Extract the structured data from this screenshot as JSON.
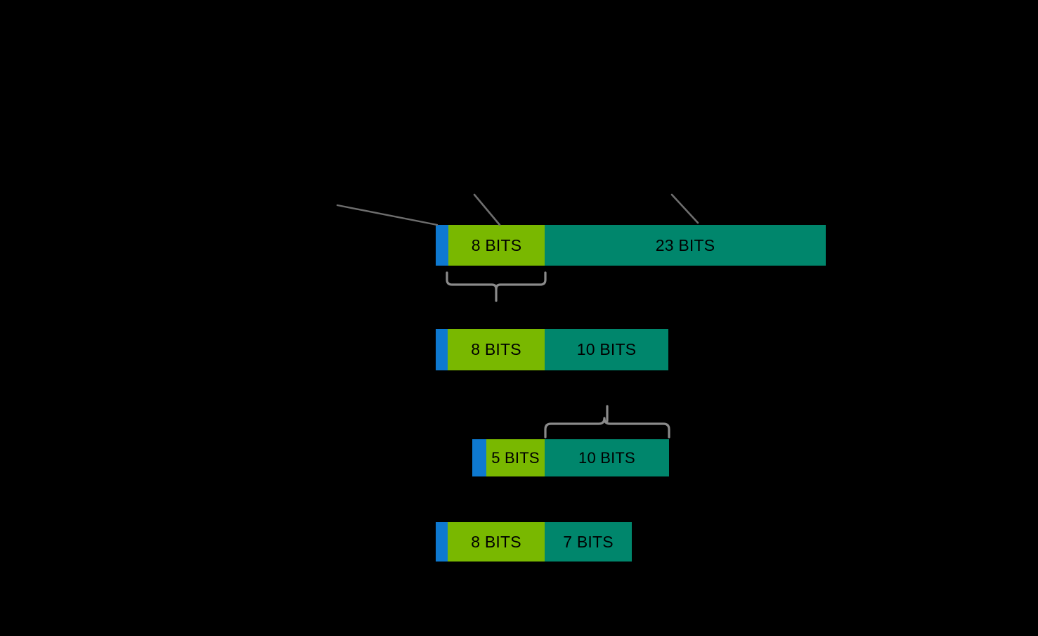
{
  "diagram": {
    "type": "bit-field-layout",
    "background_color": "#000000",
    "palette": {
      "prefix_blue": "#0E79D0",
      "field_green": "#79B800",
      "field_teal": "#00866C",
      "annotation_gray": "#808080",
      "label_text": "#000000"
    },
    "bars": [
      {
        "id": "bar-1",
        "name": "bit-field-bar-1",
        "segments": [
          {
            "id": "bar-1-seg-1",
            "name": "prefix-segment",
            "color_key": "prefix_blue",
            "label": ""
          },
          {
            "id": "bar-1-seg-2",
            "name": "green-field-segment",
            "color_key": "field_green",
            "label": "8 BITS"
          },
          {
            "id": "bar-1-seg-3",
            "name": "teal-field-segment",
            "color_key": "field_teal",
            "label": "23 BITS"
          }
        ]
      },
      {
        "id": "bar-2",
        "name": "bit-field-bar-2",
        "segments": [
          {
            "id": "bar-2-seg-1",
            "name": "prefix-segment",
            "color_key": "prefix_blue",
            "label": ""
          },
          {
            "id": "bar-2-seg-2",
            "name": "green-field-segment",
            "color_key": "field_green",
            "label": "8 BITS"
          },
          {
            "id": "bar-2-seg-3",
            "name": "teal-field-segment",
            "color_key": "field_teal",
            "label": "10 BITS"
          }
        ]
      },
      {
        "id": "bar-3",
        "name": "bit-field-bar-3",
        "segments": [
          {
            "id": "bar-3-seg-1",
            "name": "prefix-segment",
            "color_key": "prefix_blue",
            "label": ""
          },
          {
            "id": "bar-3-seg-2",
            "name": "green-field-segment",
            "color_key": "field_green",
            "label": "5 BITS"
          },
          {
            "id": "bar-3-seg-3",
            "name": "teal-field-segment",
            "color_key": "field_teal",
            "label": "10 BITS"
          }
        ]
      },
      {
        "id": "bar-4",
        "name": "bit-field-bar-4",
        "segments": [
          {
            "id": "bar-4-seg-1",
            "name": "prefix-segment",
            "color_key": "prefix_blue",
            "label": ""
          },
          {
            "id": "bar-4-seg-2",
            "name": "green-field-segment",
            "color_key": "field_green",
            "label": "8 BITS"
          },
          {
            "id": "bar-4-seg-3",
            "name": "teal-field-segment",
            "color_key": "field_teal",
            "label": "7 BITS"
          }
        ]
      }
    ],
    "annotations": {
      "leader_lines": [
        {
          "id": "leader-1",
          "name": "leader-line-to-prefix-segment",
          "label": ""
        },
        {
          "id": "leader-2",
          "name": "leader-line-to-green-field",
          "label": ""
        },
        {
          "id": "leader-3",
          "name": "leader-line-to-teal-field",
          "label": ""
        }
      ],
      "braces": [
        {
          "id": "brace-1",
          "name": "brace-under-green-field-bar-1",
          "direction": "down",
          "label": ""
        },
        {
          "id": "brace-2",
          "name": "brace-over-teal-field-bar-3",
          "direction": "up",
          "label": ""
        }
      ]
    }
  }
}
